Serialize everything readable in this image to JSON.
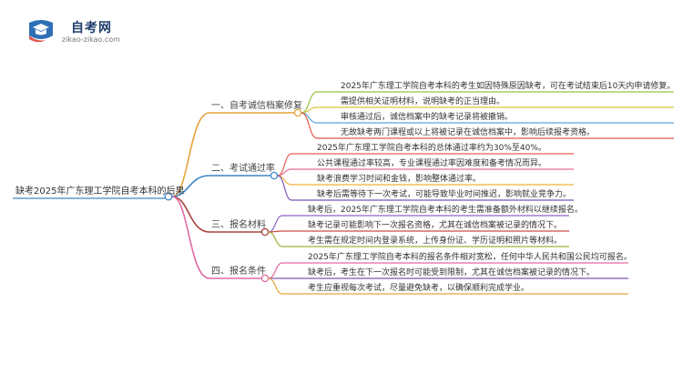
{
  "logo": {
    "title": "自考网",
    "subtitle": "zikao-zikao.com"
  },
  "root": "缺考2025年广东理工学院自考本科的后果",
  "branches": [
    {
      "label": "一、自考诚信档案修复",
      "color": "#e8a33d",
      "leaves": [
        {
          "text": "2025年广东理工学院自考本科的考生如因特殊原因缺考，可在考试结束后10天内申请修复。",
          "color": "#9cc23f"
        },
        {
          "text": "需提供相关证明材料，说明缺考的正当理由。",
          "color": "#d9c43a"
        },
        {
          "text": "审核通过后，诚信档案中的缺考记录将被撤销。",
          "color": "#5aa7d8"
        },
        {
          "text": "无故缺考两门课程或以上将被记录在诚信档案中，影响后续报考资格。",
          "color": "#e0564f"
        }
      ]
    },
    {
      "label": "二、考试通过率",
      "color": "#3f86c8",
      "leaves": [
        {
          "text": "2025年广东理工学院自考本科的总体通过率约为30%至40%。",
          "color": "#e35f4f"
        },
        {
          "text": "公共课程通过率较高，专业课程通过率因难度和备考情况而异。",
          "color": "#e66a9a"
        },
        {
          "text": "缺考浪费学习时间和金钱，影响整体通过率。",
          "color": "#efb23b"
        },
        {
          "text": "缺考后需等待下一次考试，可能导致毕业时间推迟，影响就业竞争力。",
          "color": "#7b55b5"
        }
      ]
    },
    {
      "label": "三、报名材料",
      "color": "#a8433c",
      "leaves": [
        {
          "text": "缺考后，2025年广东理工学院自考本科的考生需准备额外材料以继续报名。",
          "color": "#8f66c4"
        },
        {
          "text": "缺考记录可能影响下一次报名资格，尤其在诚信档案被记录的情况下。",
          "color": "#c94f43"
        },
        {
          "text": "考生需在规定时间内登录系统，上传身份证、学历证明和照片等材料。",
          "color": "#9fb23c"
        }
      ]
    },
    {
      "label": "四、报名条件",
      "color": "#e06aa0",
      "leaves": [
        {
          "text": "2025年广东理工学院自考本科的报名条件相对宽松，任何中华人民共和国公民均可报名。",
          "color": "#e06aa0"
        },
        {
          "text": "缺考后，考生在下一次报名时可能受到限制，尤其在诚信档案被记录的情况下。",
          "color": "#7b55b5"
        },
        {
          "text": "考生应重视每次考试，尽量避免缺考，以确保顺利完成学业。",
          "color": "#e8a33d"
        }
      ]
    }
  ]
}
